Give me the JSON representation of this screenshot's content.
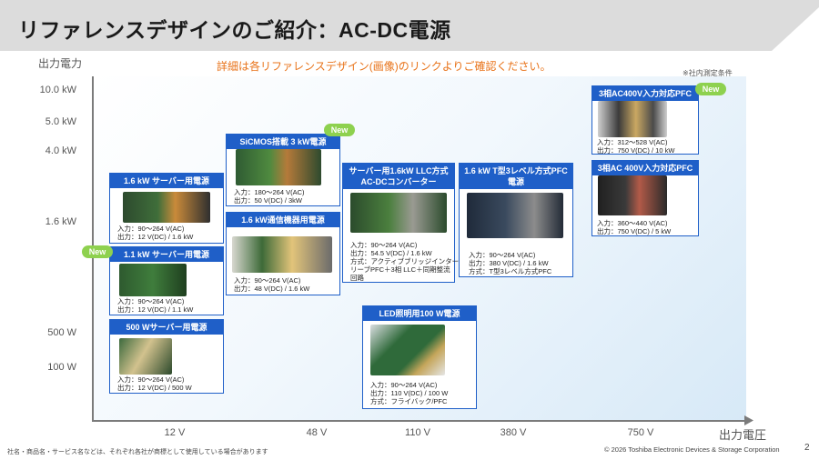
{
  "title": "リファレンスデザインのご紹介：AC-DC電源",
  "notice": "詳細は各リファレンスデザイン(画像)のリンクよりご確認ください。",
  "condition_note": "※社内測定条件",
  "axes": {
    "y_label": "出力電力",
    "x_label": "出力電圧",
    "y_ticks": [
      "10.0 kW",
      "5.0 kW",
      "4.0 kW",
      "1.6 kW",
      "500 W",
      "100 W"
    ],
    "x_ticks": [
      "12 V",
      "48 V",
      "110 V",
      "380 V",
      "750 V"
    ]
  },
  "badge_label": "New",
  "cards": [
    {
      "title": "1.6 kW サーバー用電源",
      "specs": [
        "入力：90～264 V(AC)",
        "出力：12 V(DC) / 1.6 kW"
      ]
    },
    {
      "title": "1.1 kW サーバー用電源",
      "specs": [
        "入力：90～264 V(AC)",
        "出力：12 V(DC) / 1.1 kW"
      ]
    },
    {
      "title": "500 Wサーバー用電源",
      "specs": [
        "入力：90～264 V(AC)",
        "出力：12 V(DC) / 500 W"
      ]
    },
    {
      "title": "SiCMOS搭載 3 kW電源",
      "specs": [
        "入力：180～264 V(AC)",
        "出力：50 V(DC) / 3kW"
      ]
    },
    {
      "title": "1.6 kW通信機器用電源",
      "specs": [
        "入力：90～264 V(AC)",
        "出力：48 V(DC) / 1.6 kW"
      ]
    },
    {
      "title": "サーバー用1.6kW LLC方式AC-DCコンバーター",
      "specs": [
        "入力：90～264 V(AC)",
        "出力：54.5 V(DC) / 1.6 kW",
        "方式：アクティブブリッジインター",
        "リーブPFC＋3相 LLC＋同期整流",
        "回路"
      ]
    },
    {
      "title": "LED照明用100 W電源",
      "specs": [
        "入力：90～264 V(AC)",
        "出力：110 V(DC) / 100 W",
        "方式：フライバック/PFC"
      ]
    },
    {
      "title": "1.6 kW T型3レベル方式PFC電源",
      "specs": [
        "入力：90～264 V(AC)",
        "出力：380 V(DC) / 1.6 kW",
        "方式：T型3レベル方式PFC"
      ]
    },
    {
      "title": "3相AC400V入力対応PFC",
      "specs": [
        "入力：312～528 V(AC)",
        "出力：750 V(DC) / 10 kW"
      ]
    },
    {
      "title": "3相AC 400V入力対応PFC",
      "specs": [
        "入力：360～440 V(AC)",
        "出力：750 V(DC) / 5 kW"
      ]
    }
  ],
  "footer": {
    "trademark": "社名・商品名・サービス名などは、それぞれ各社が商標として使用している場合があります",
    "copyright": "© 2026 Toshiba Electronic Devices & Storage Corporation",
    "page": "2"
  },
  "colors": {
    "card_blue": "#1f5fc8",
    "badge_green": "#8ed14f",
    "notice_orange": "#e8731a",
    "header_gray": "#dcdcdc"
  }
}
